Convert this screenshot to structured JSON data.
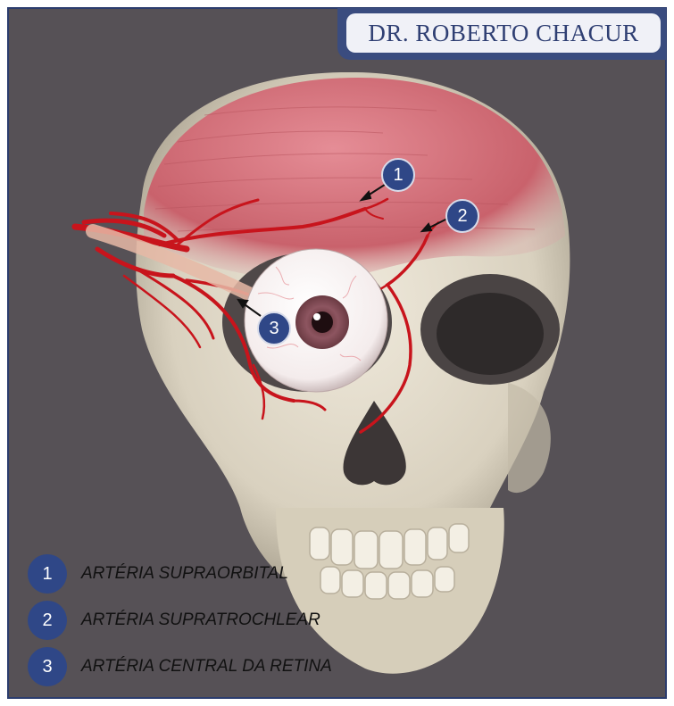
{
  "header": {
    "title": "DR. ROBERTO CHACUR"
  },
  "callouts": [
    {
      "number": "1"
    },
    {
      "number": "2"
    },
    {
      "number": "3"
    }
  ],
  "legend": [
    {
      "number": "1",
      "label": "ARTÉRIA SUPRAORBITAL"
    },
    {
      "number": "2",
      "label": "ARTÉRIA SUPRATROCHLEAR"
    },
    {
      "number": "3",
      "label": "ARTÉRIA CENTRAL DA RETINA"
    }
  ],
  "colors": {
    "background": "#565156",
    "accent": "#2f4787",
    "artery": "#c8141c",
    "muscle": "#d4737c",
    "bone": "#ddd6c6"
  }
}
